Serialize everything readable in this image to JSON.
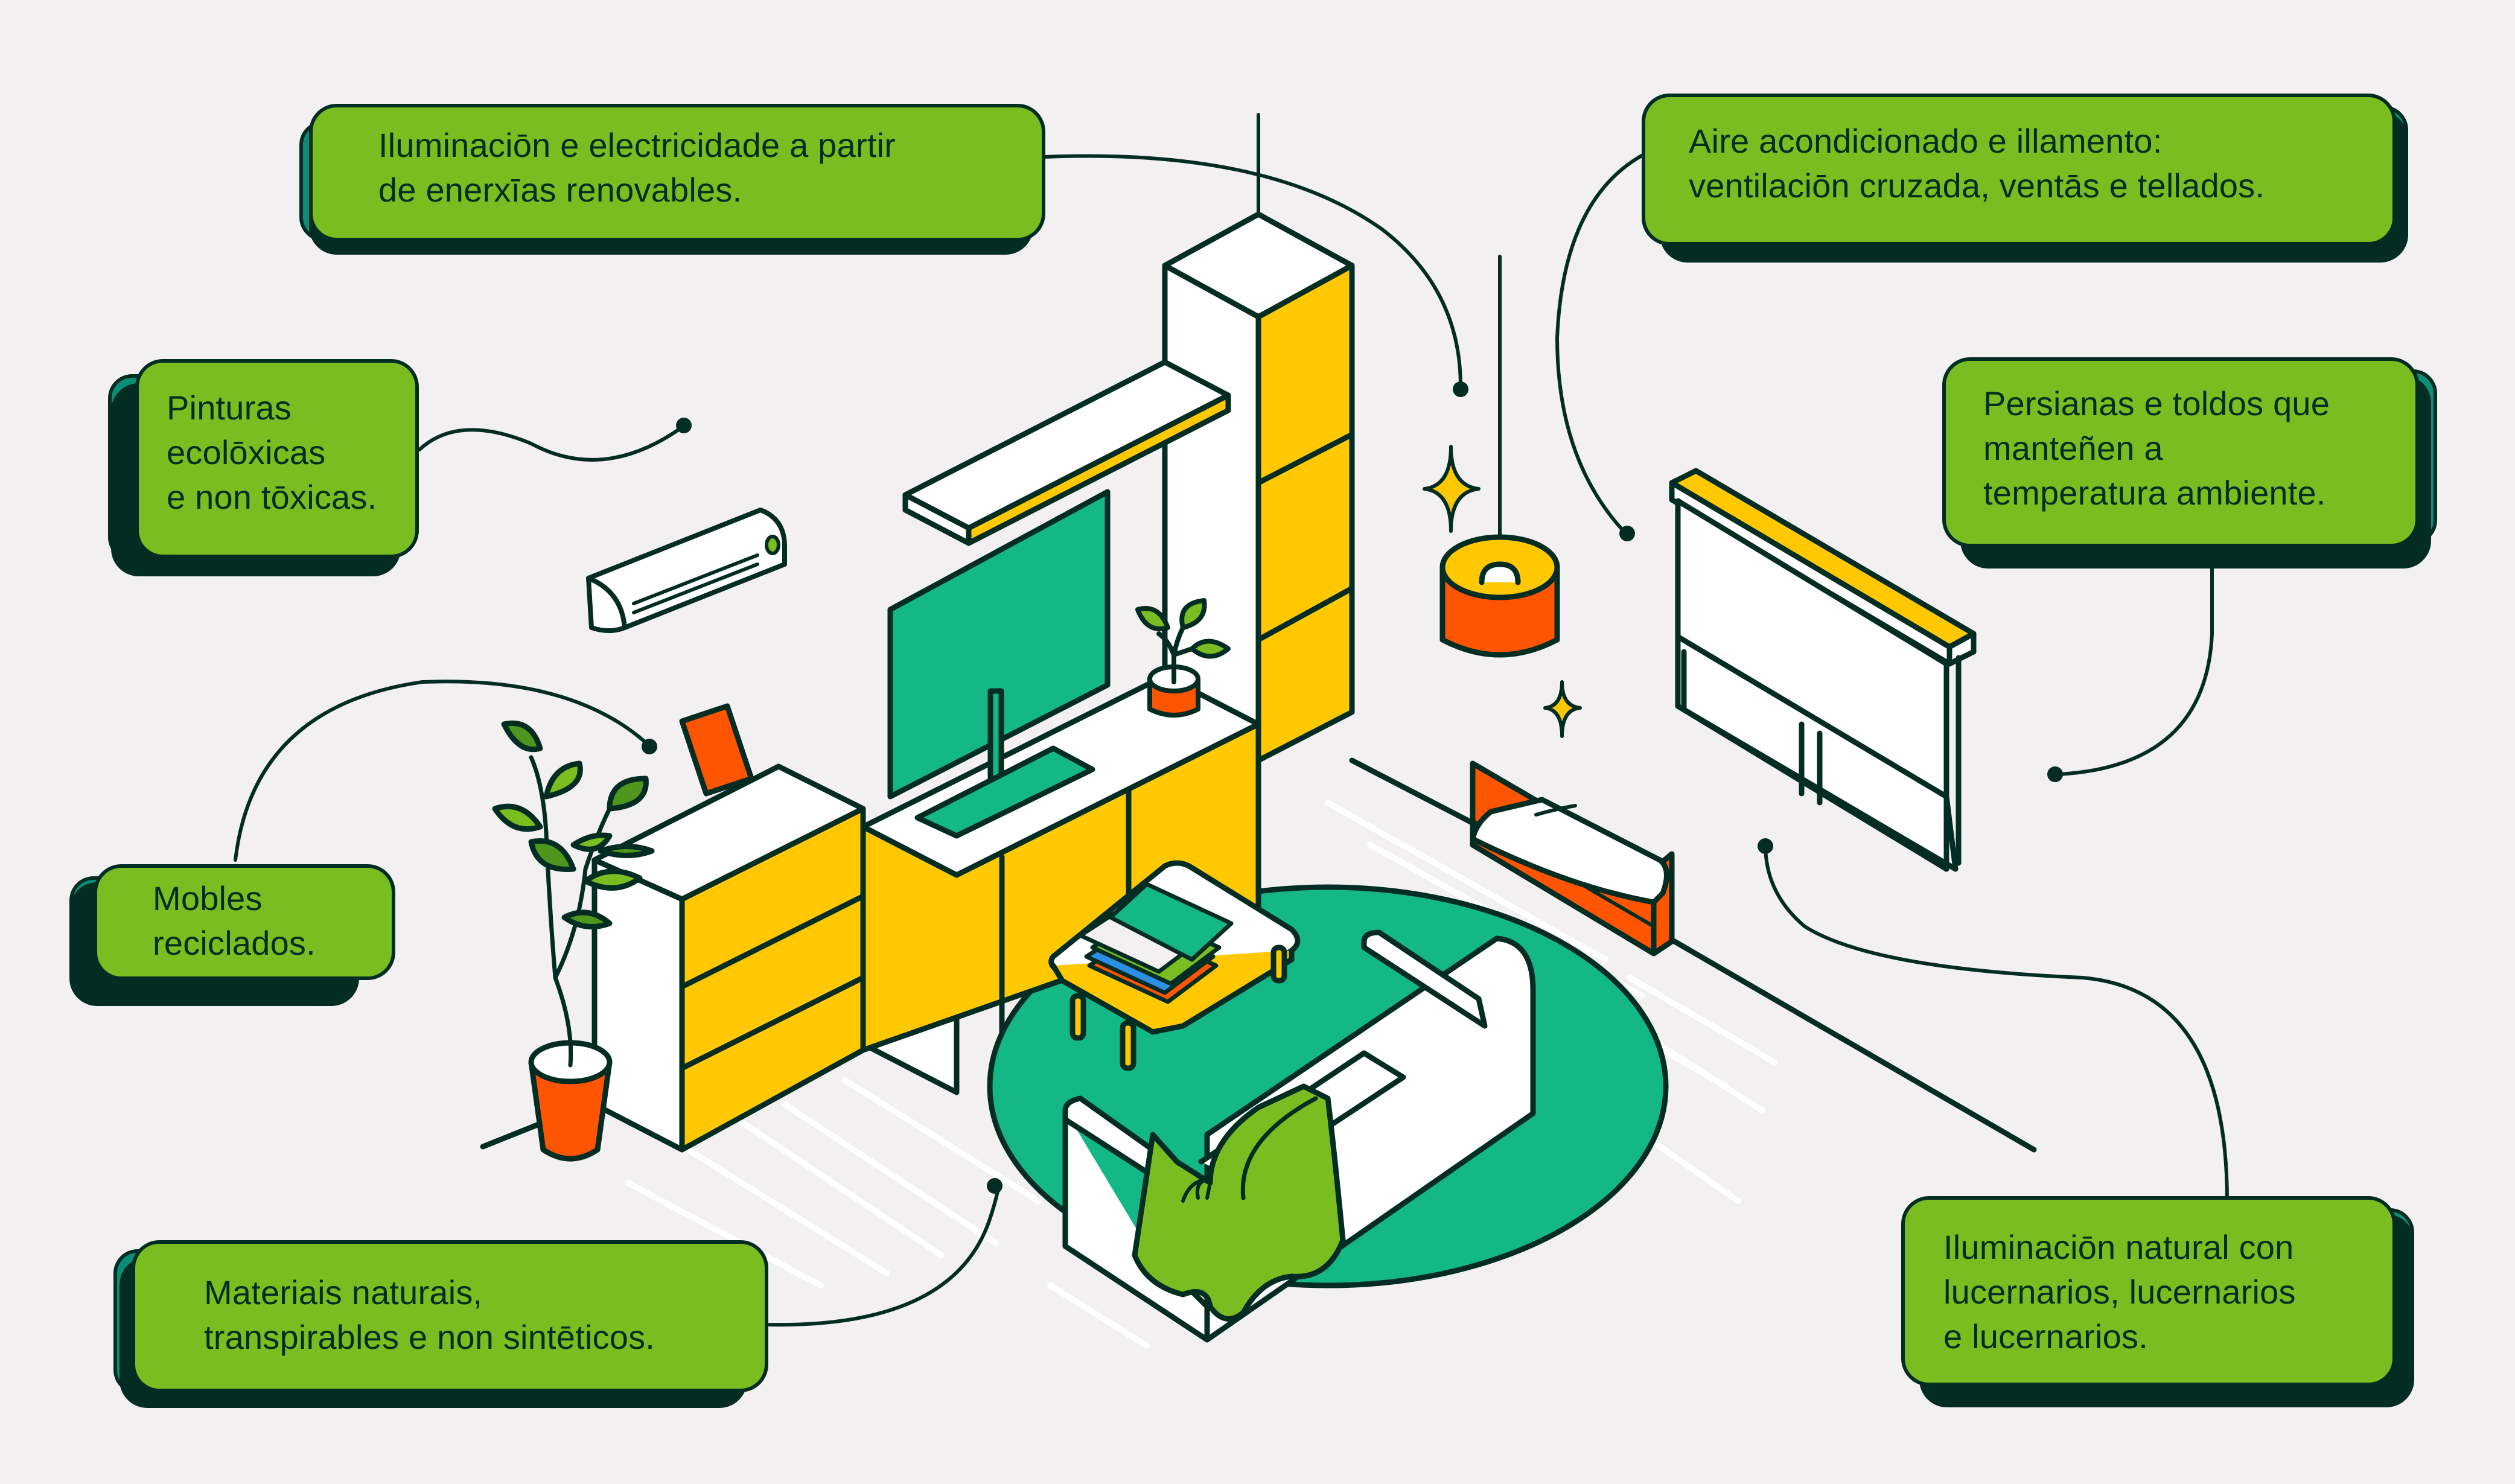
{
  "title": "Ecological home features infographic",
  "colors": {
    "background": "#f2f0f0",
    "outline": "#032c22",
    "label_green": "#7abd21",
    "label_side_teal": "#0c8d78",
    "yellow": "#ffc800",
    "teal": "#13b886",
    "orange": "#ff5500",
    "white": "#ffffff",
    "leaf_dark": "#4f961f",
    "book_blue": "#2b8fe6"
  },
  "callouts": [
    {
      "id": "renewable-energy",
      "text": "Iluminaciōn e electricidade a partir\nde enerxīas renovables."
    },
    {
      "id": "air-conditioning",
      "text": "Aire acondicionado e illamento:\nventilaciōn cruzada, ventās e tellados."
    },
    {
      "id": "ecological-paints",
      "text": "Pinturas\necolōxicas\ne non tōxicas."
    },
    {
      "id": "blinds-awnings",
      "text": "Persianas e toldos que\nmanteñen a\ntemperatura ambiente."
    },
    {
      "id": "recycled-furniture",
      "text": "Mobles\nreciclados."
    },
    {
      "id": "natural-materials",
      "text": "Materiais naturais,\ntranspirables e non sintēticos."
    },
    {
      "id": "natural-lighting",
      "text": "Iluminaciōn natural con\nlucernarios, lucernarios\ne lucernarios."
    }
  ],
  "illustration": {
    "objects": [
      "air-conditioner",
      "wall-shelving-unit",
      "floating-shelf",
      "television",
      "small-potted-plant",
      "tall-potted-plant",
      "photo-frame",
      "dresser",
      "pendant-lamp",
      "sparkle",
      "roller-blind-window",
      "rug",
      "coffee-table",
      "book-stack",
      "armchair",
      "throw-blanket",
      "ottoman-basket"
    ]
  }
}
